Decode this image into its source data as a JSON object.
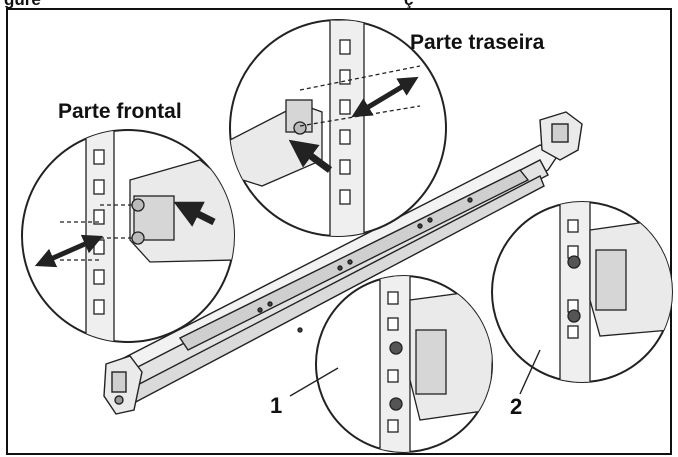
{
  "figure": {
    "caption_fragment": "gure",
    "caption_fragment_2": "ç"
  },
  "labels": {
    "front": "Parte frontal",
    "back": "Parte traseira",
    "callout_1": "1",
    "callout_2": "2"
  }
}
